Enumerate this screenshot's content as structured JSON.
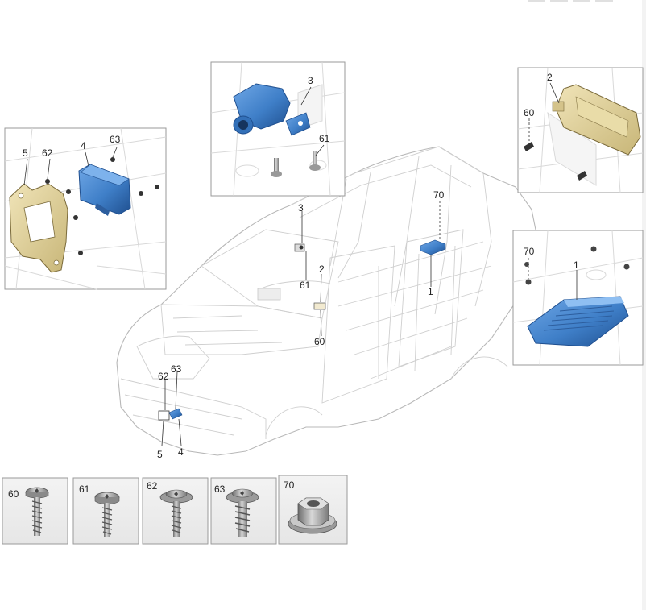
{
  "colors": {
    "accent_part": "#3f7fc8",
    "accent_part_dark": "#1f4f8f",
    "bracket_part": "#d9c98f",
    "frame_border": "#9a9a9a",
    "car_line": "#b8b8b8"
  },
  "labels": {
    "left_inset": {
      "part5": "5",
      "part62": "62",
      "part4": "4",
      "part63": "63"
    },
    "camera_inset": {
      "part3": "3",
      "part61": "61"
    },
    "top_right_inset": {
      "part2": "2",
      "part60": "60"
    },
    "right_inset": {
      "part70": "70",
      "part1": "1"
    },
    "car": {
      "part3": "3",
      "part70": "70",
      "part2": "2",
      "part61": "61",
      "part1": "1",
      "part60": "60",
      "part62": "62",
      "part63": "63",
      "part5": "5",
      "part4": "4"
    }
  },
  "fasteners": [
    {
      "id": "60",
      "icon": "screw-pan-head-icon"
    },
    {
      "id": "61",
      "icon": "screw-flange-head-icon"
    },
    {
      "id": "62",
      "icon": "screw-washer-head-icon"
    },
    {
      "id": "63",
      "icon": "screw-washer-head-thick-icon"
    },
    {
      "id": "70",
      "icon": "flange-nut-icon"
    }
  ]
}
